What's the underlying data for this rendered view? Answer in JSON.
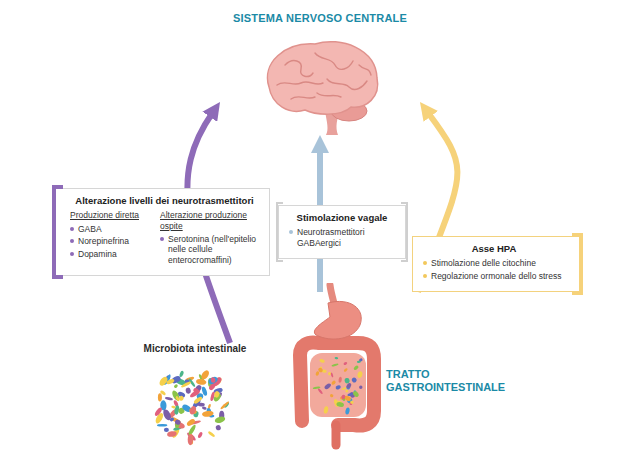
{
  "diagram": {
    "nodes": [
      {
        "text": [
          "SISTEMA NERVOSO CENTRALE"
        ]
      },
      {
        "text": [
          "Alterazione livelli dei neurotrasmettitori",
          "Produzione diretta",
          "GABA",
          "Norepinefrina",
          "Dopamina",
          "Alterazione produzione ospite",
          "Serotonina (nell'epitelio nelle cellule enterocromaffini)"
        ]
      },
      {
        "text": [
          "Stimolazione vagale",
          "Neurotrasmettitori GABAergici"
        ]
      },
      {
        "text": [
          "Asse HPA",
          "Stimolazione delle citochine",
          "Regolazione ormonale dello stress"
        ]
      },
      {
        "text": [
          "Microbiota intestinale"
        ]
      },
      {
        "text": [
          "TRATTO GASTROINTESTINALE"
        ]
      }
    ],
    "edges": [
      {
        "from": 4,
        "to": 0,
        "arrow": "to"
      },
      {
        "from": 5,
        "to": 0,
        "arrow": "to"
      },
      {
        "from": 5,
        "to": 0,
        "arrow": "to"
      }
    ]
  }
}
